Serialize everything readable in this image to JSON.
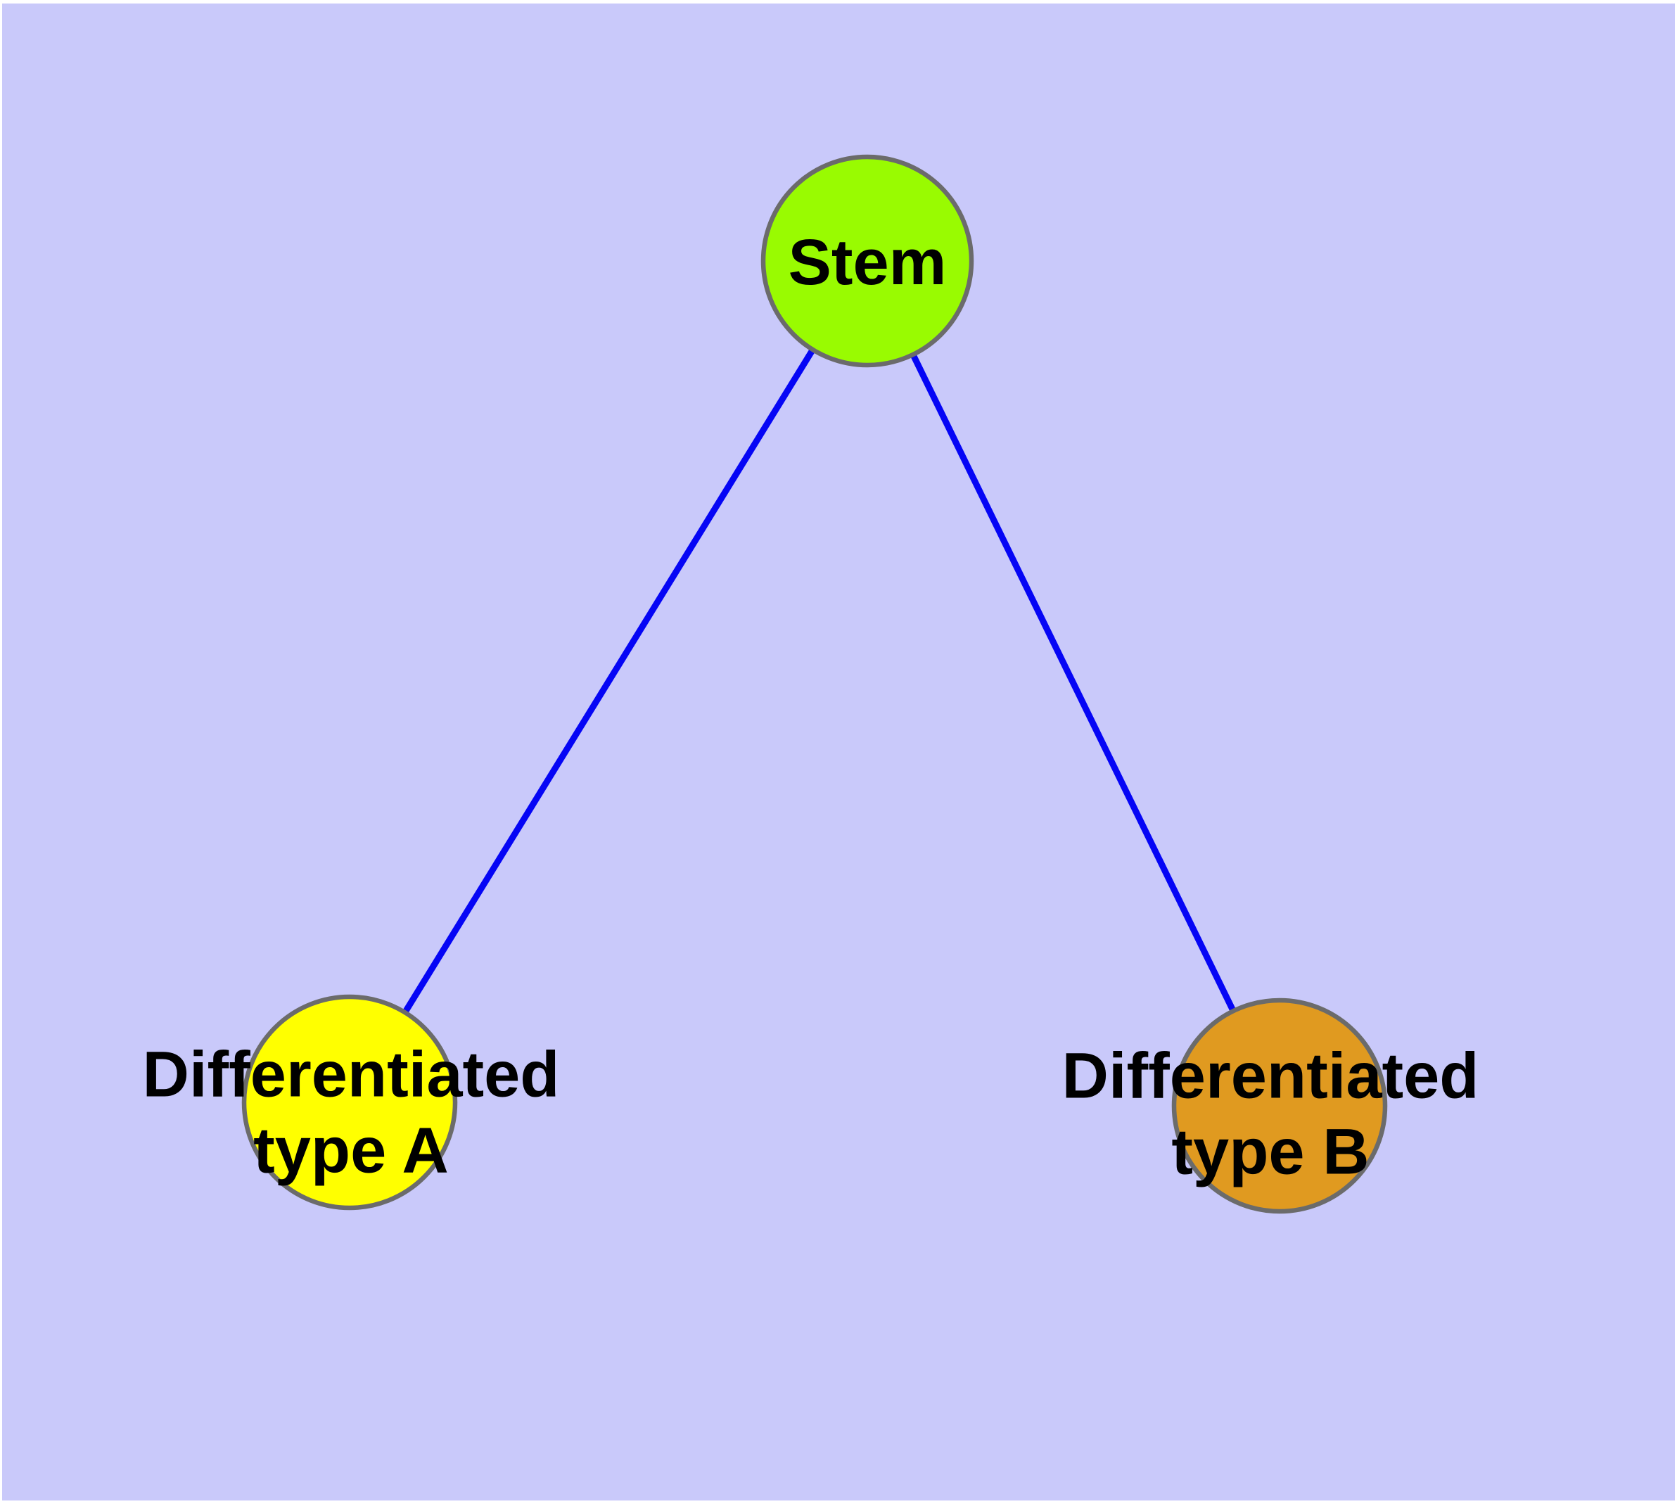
{
  "diagram": {
    "type": "node-link-graph",
    "background_color": "#c9c9fa",
    "margin_color": "#ffffff",
    "edge_color": "#0505f5",
    "node_border_color": "#6b6b6b",
    "label_color": "#000000",
    "nodes": [
      {
        "id": "stem",
        "label": "Stem",
        "fill": "#99fb01"
      },
      {
        "id": "differentiated-type-a",
        "label": "Differentiated\ntype A",
        "fill": "#ffff00"
      },
      {
        "id": "differentiated-type-b",
        "label": "Differentiated\ntype B",
        "fill": "#e09a20"
      }
    ],
    "edges": [
      {
        "from": "Stem",
        "to": "Differentiated type A"
      },
      {
        "from": "Stem",
        "to": "Differentiated type B"
      }
    ]
  }
}
